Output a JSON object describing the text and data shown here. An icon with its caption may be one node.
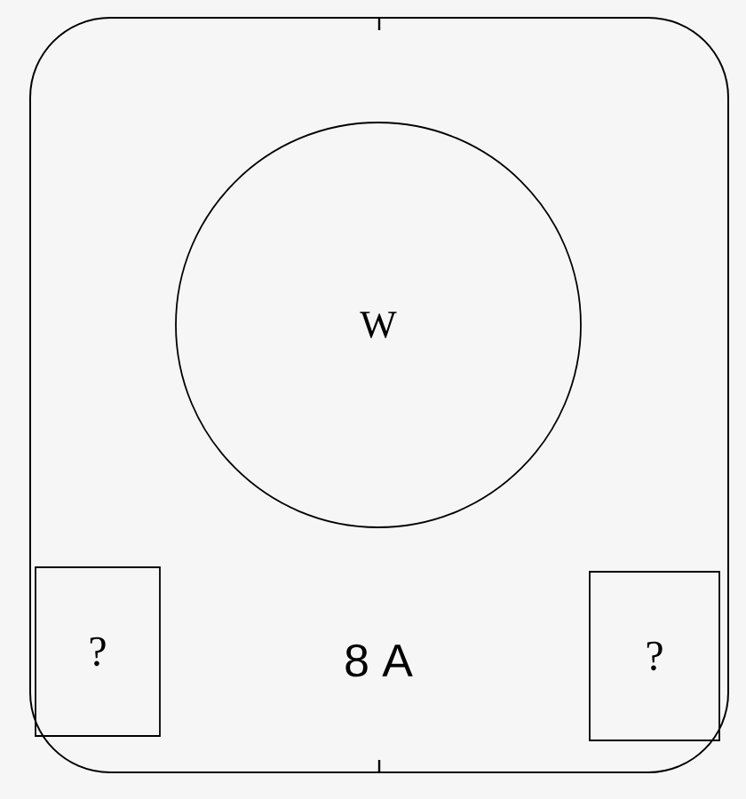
{
  "diagram": {
    "nodes": [
      {
        "text": [
          "8 A"
        ]
      },
      {
        "text": [
          "W"
        ],
        "in": 0
      },
      {
        "text": [
          "?"
        ],
        "in": 0
      },
      {
        "text": [
          "?"
        ],
        "in": 0
      }
    ]
  }
}
